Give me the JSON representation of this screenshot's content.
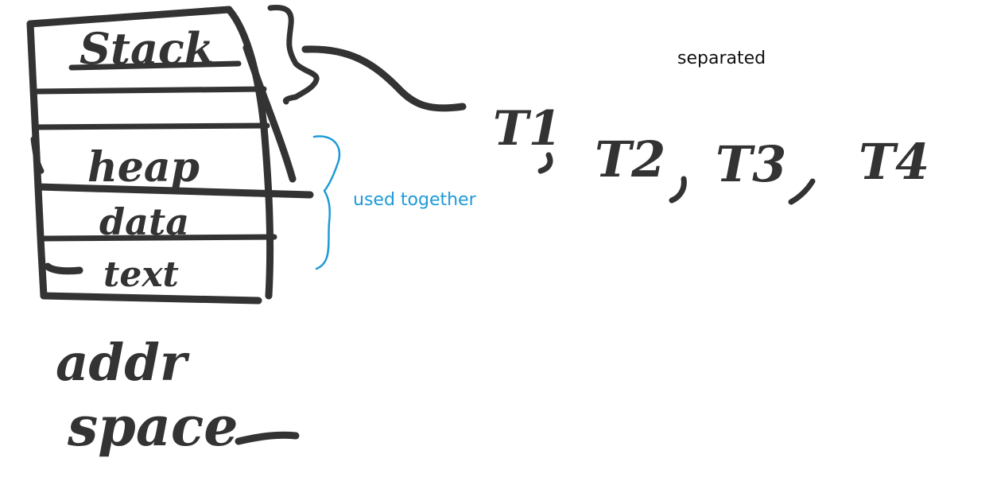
{
  "memory_layout": {
    "segments": [
      "Stack",
      "heap",
      "data",
      "text"
    ],
    "caption_line1": "addr",
    "caption_line2": "space"
  },
  "annotations": {
    "separated": "separated",
    "used_together": "used together"
  },
  "threads": [
    "T1",
    "T2",
    "T3",
    "T4"
  ],
  "colors": {
    "ink": "#333333",
    "accent_blue": "#1e9ad6"
  }
}
